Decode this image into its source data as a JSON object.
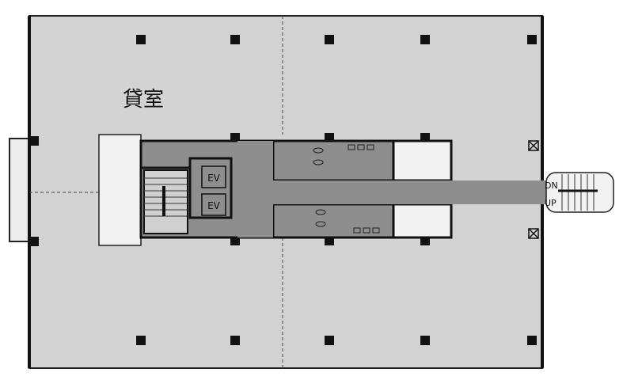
{
  "plan": {
    "room_label": "貸室",
    "elevators": [
      "EV",
      "EV"
    ],
    "stair_down": "DN",
    "stair_up": "UP",
    "colors": {
      "floor": "#d3d3d3",
      "core": "#8e8e8e",
      "wall": "#111111",
      "service": "#f2f2f2"
    }
  }
}
